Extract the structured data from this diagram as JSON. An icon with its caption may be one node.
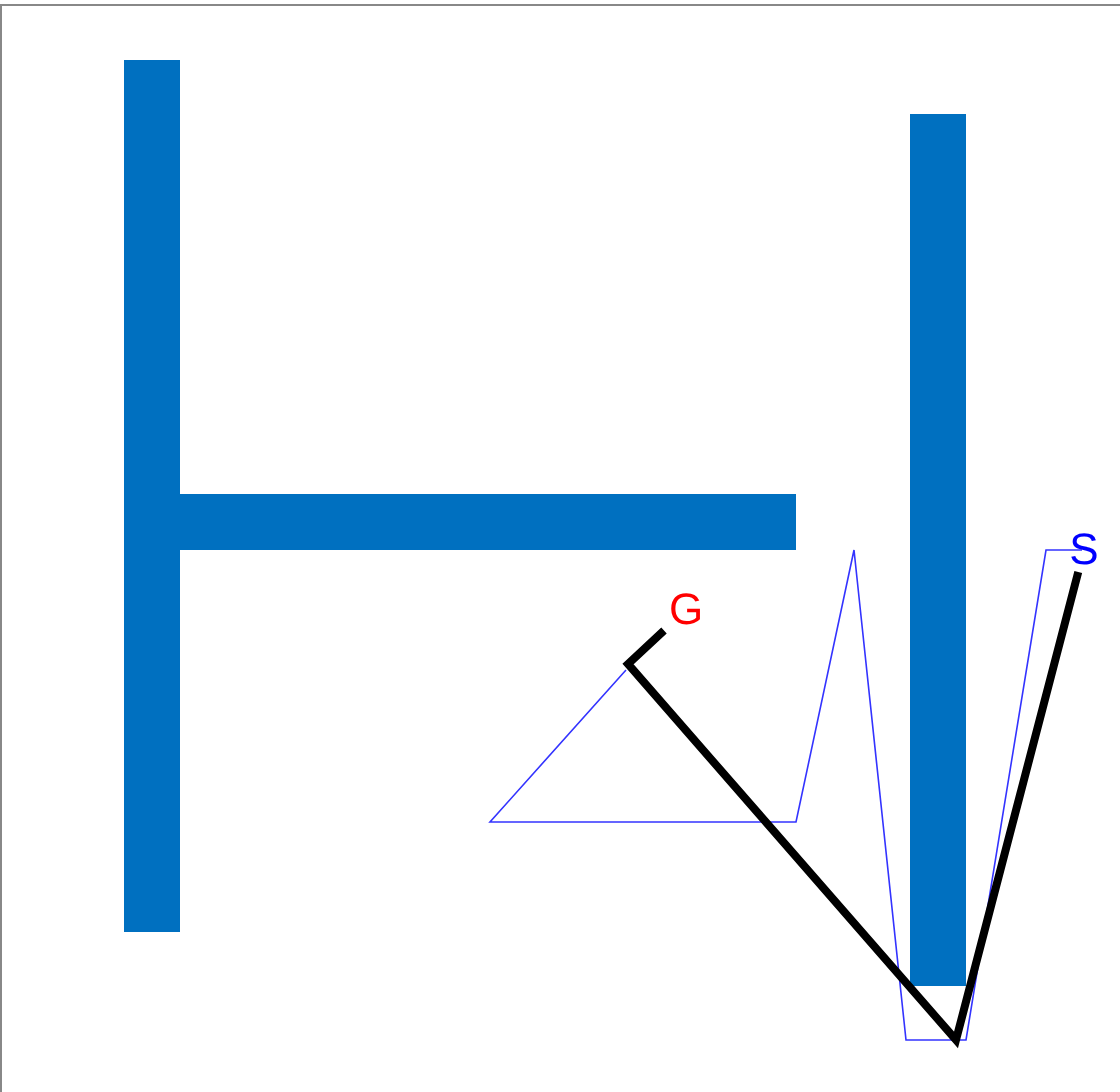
{
  "diagram": {
    "nodes": [
      {
        "text": [
          "S"
        ]
      },
      {
        "text": [
          "G"
        ]
      }
    ],
    "edges": [
      {
        "from": 0,
        "to": 1,
        "arrow": "none"
      }
    ]
  }
}
